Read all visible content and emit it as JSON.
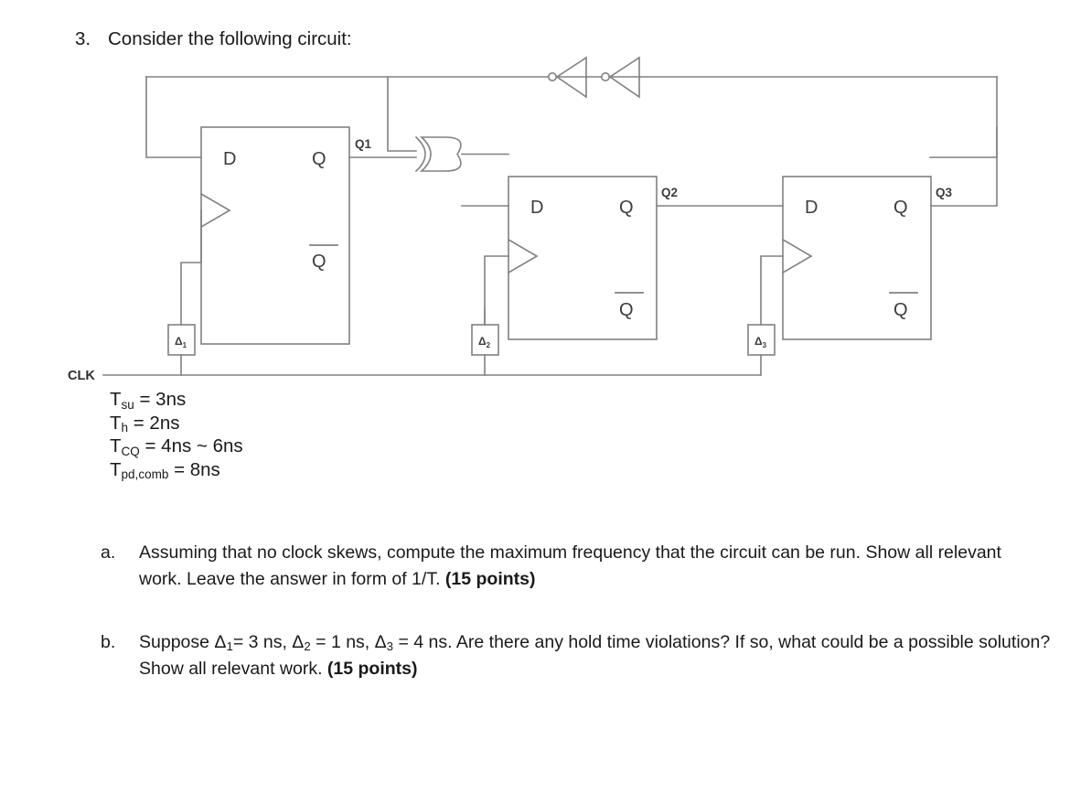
{
  "question": {
    "number": "3.",
    "prompt": "Consider the following circuit:"
  },
  "circuit": {
    "clock_label": "CLK",
    "flipflops": [
      {
        "d_label": "D",
        "q_label": "Q",
        "qbar_label": "Q",
        "out_label": "Q1"
      },
      {
        "d_label": "D",
        "q_label": "Q",
        "qbar_label": "Q",
        "out_label": "Q2"
      },
      {
        "d_label": "D",
        "q_label": "Q",
        "qbar_label": "Q",
        "out_label": "Q3"
      }
    ],
    "delay_boxes": [
      {
        "label": "Δ",
        "sub": "1"
      },
      {
        "label": "Δ",
        "sub": "2"
      },
      {
        "label": "Δ",
        "sub": "3"
      }
    ],
    "gates": {
      "xor": "xor-gate",
      "inverter_1": "inverter-gate",
      "inverter_2": "inverter-gate"
    },
    "colors": {
      "wire": "#808080",
      "label": "#3d3d3d",
      "box_stroke": "#808080"
    }
  },
  "timing": {
    "rows": [
      {
        "name": "T",
        "sub": "su",
        "value": " = 3ns"
      },
      {
        "name": "T",
        "sub": "h",
        "value": " = 2ns"
      },
      {
        "name": "T",
        "sub": "CQ",
        "value": " = 4ns ~ 6ns"
      },
      {
        "name": "T",
        "sub": "pd,comb",
        "value": "  = 8ns"
      }
    ]
  },
  "subquestions": [
    {
      "marker": "a.",
      "text": "Assuming that no clock skews, compute the maximum frequency that the circuit can be run. Show all relevant work. Leave the answer in form of 1/T. ",
      "points": "(15 points)"
    },
    {
      "marker": "b.",
      "text_pre": "Suppose Δ",
      "sub1": "1",
      "text_mid1": "= 3 ns, Δ",
      "sub2": "2",
      "text_mid2": " = 1 ns, Δ",
      "sub3": "3",
      "text_post": " = 4 ns. Are there any hold time violations? If so, what could be a possible solution? Show all relevant work. ",
      "points": "(15 points)"
    }
  ]
}
